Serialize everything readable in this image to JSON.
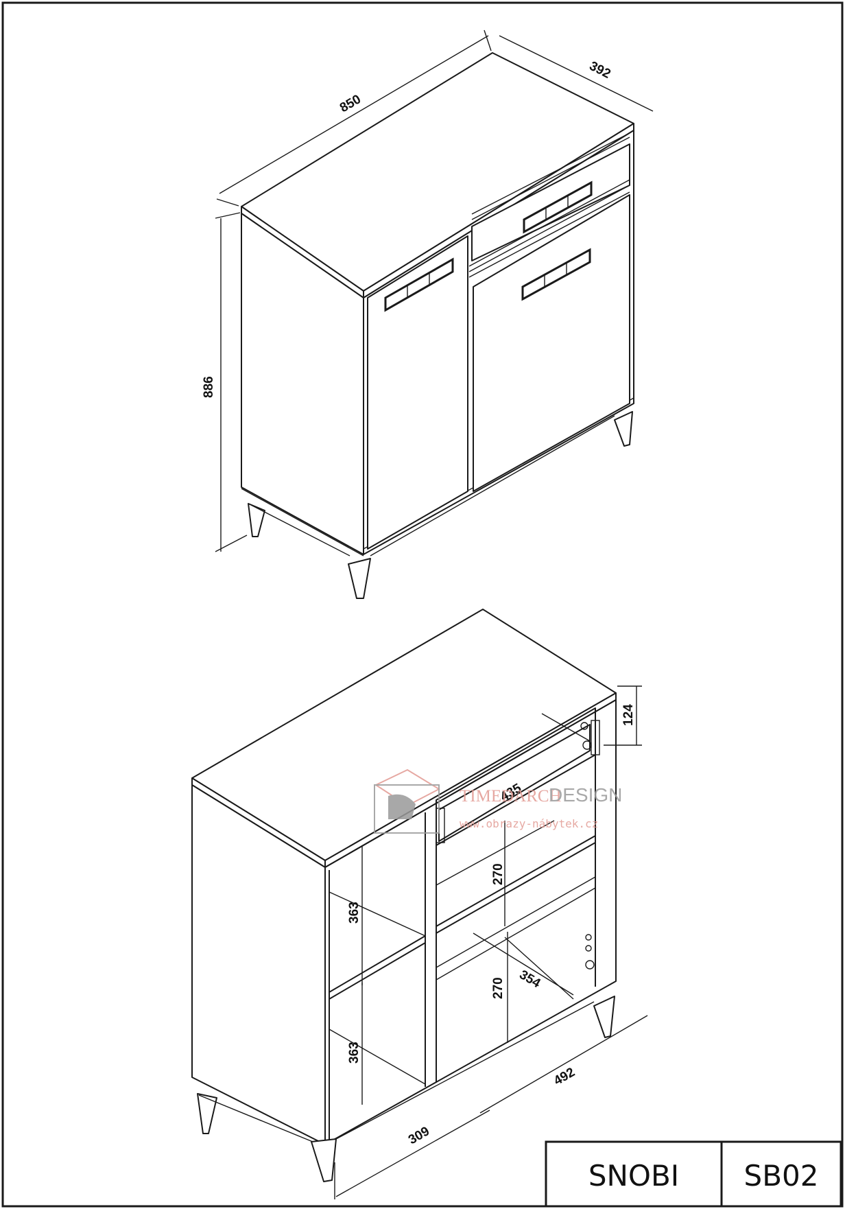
{
  "top_view": {
    "width": "850",
    "depth": "392",
    "height": "886"
  },
  "bottom_view": {
    "top_gap": "124",
    "drawer_width": "435",
    "shelf_gap_right_top": "270",
    "shelf_gap_right_bottom": "270",
    "shelf_depth": "354",
    "left_compartment_top": "363",
    "left_compartment_bottom": "363",
    "inner_width_left": "309",
    "inner_width_right": "492"
  },
  "watermark": {
    "brand": "TIMEDARCH",
    "brand_suffix": "DESIGN",
    "url": "www.obrazy-nábytek.cz",
    "accent_color": "#e29a92"
  },
  "title_block": {
    "name": "SNOBI",
    "code": "SB02"
  }
}
